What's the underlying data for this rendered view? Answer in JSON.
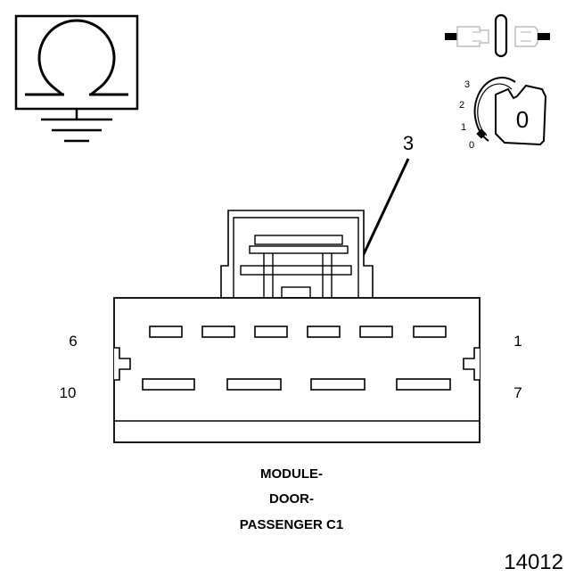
{
  "ohmmeter_symbol": {
    "glyph": "Ω",
    "icon": "ohmmeter-ground-icon"
  },
  "ignition": {
    "icon": "ignition-key-icon",
    "positions": [
      "3",
      "2",
      "1",
      "0"
    ],
    "key_label": "0"
  },
  "disconnect": {
    "icon": "connector-disconnected-icon"
  },
  "connector": {
    "pin_labels": {
      "top_left": "6",
      "top_right": "1",
      "bottom_left": "10",
      "bottom_right": "7"
    },
    "callout_pin": "3",
    "name_lines": [
      "MODULE-",
      "DOOR-",
      "PASSENGER C1"
    ]
  },
  "figure_number": "14012"
}
